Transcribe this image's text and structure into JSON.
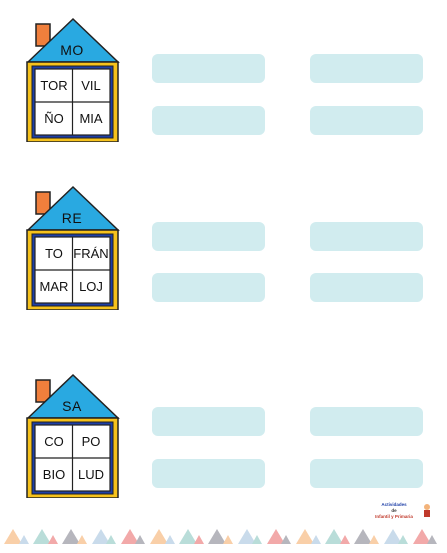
{
  "houses": [
    {
      "roof": "MO",
      "cells": [
        "TOR",
        "VIL",
        "ÑO",
        "MIA"
      ]
    },
    {
      "roof": "RE",
      "cells": [
        "TO",
        "FRÁN",
        "MAR",
        "LOJ"
      ]
    },
    {
      "roof": "SA",
      "cells": [
        "CO",
        "PO",
        "BIO",
        "LUD"
      ]
    }
  ],
  "logo": {
    "line1": "Actividades",
    "line2": "de",
    "line3": "Infantil y Primaria"
  },
  "colors": {
    "roof": "#29a9e1",
    "chimney": "#f07f3c",
    "wall": "#f6c21c",
    "frame": "#1e3fa7",
    "box": "#d1ecef"
  },
  "triangle_colors": [
    "#f9cfa8",
    "#c9dbeb",
    "#b9ddd9",
    "#f2a9a9",
    "#b6b6bd"
  ]
}
